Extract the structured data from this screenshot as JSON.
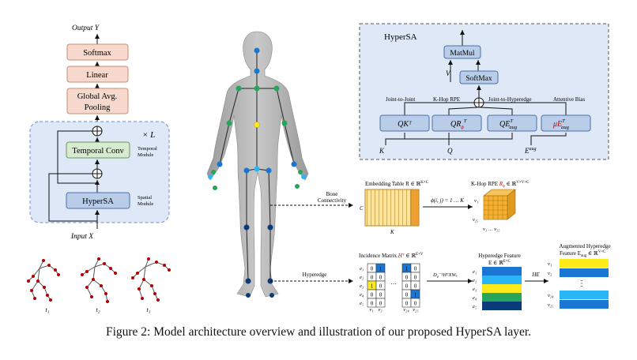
{
  "caption": "Figure 2: Model architecture overview and illustration of our proposed HyperSA layer.",
  "stack": {
    "output": "Output Y",
    "softmax": "Softmax",
    "linear": "Linear",
    "pool_line1": "Global Avg.",
    "pool_line2": "Pooling",
    "repeat": "× L",
    "temporal_conv": "Temporal Conv",
    "temporal_module_l1": "Temporal",
    "temporal_module_l2": "Module",
    "hypersa": "HyperSA",
    "spatial_module_l1": "Spatial",
    "spatial_module_l2": "Module",
    "input": "Input X",
    "time_labels": [
      "t₁",
      "t₂",
      "t₃"
    ]
  },
  "hypersa_panel": {
    "title": "HyperSA",
    "matmul": "MatMul",
    "softmax": "SoftMax",
    "v_label": "V",
    "joint_to_joint": "Joint-to-Joint",
    "khop_rpe": "K-Hop RPE",
    "joint_to_hyperedge": "Joint-to-Hyperedge",
    "attentive_bias": "Attentive Bias",
    "qk": "QKᵀ",
    "qr": "QR",
    "qr_sub": "ϕ",
    "qr_sup": "T",
    "qe": "QE",
    "qe_sup": "T",
    "qe_sub": "aug",
    "ue": "μE",
    "ue_sup": "T",
    "ue_sub": "aug",
    "k_label": "K",
    "q_label": "Q",
    "e_label": "E",
    "e_sup": "aug"
  },
  "bone": {
    "label_l1": "Bone",
    "label_l2": "Connectivity",
    "embedding_title": "Embedding Table R ∈ ℝ",
    "embedding_sup": "K×C",
    "c_label": "C",
    "k_label": "K",
    "phi_label": "ϕ(i, j) = 1 … K",
    "khop_title": "K-Hop RPE ",
    "khop_r": "R",
    "khop_r_sub": "ϕ",
    "khop_rest": " ∈ ℝ",
    "khop_sup": "V×V×C",
    "v1": "v₁",
    "v25": "v₂₅",
    "axis": "v₁ … v₂₅"
  },
  "hyperedge": {
    "label": "Hyperedge",
    "incidence_title": "Incidence Matrix ",
    "incidence_h": "Hᵀ",
    "incidence_rest": " ∈ ℝ",
    "incidence_sup": "E×V",
    "rows": [
      "e₁",
      "e₂",
      "e₃",
      "e₄",
      "e₅"
    ],
    "cols_left": [
      "v₁",
      "v₂"
    ],
    "cols_right": [
      "v₂₄",
      "v₂₅"
    ],
    "ellipsis": "…",
    "matrix_left": [
      [
        "0",
        "1"
      ],
      [
        "0",
        "0"
      ],
      [
        "1",
        "0"
      ],
      [
        "0",
        "0"
      ],
      [
        "0",
        "0"
      ]
    ],
    "matrix_right": [
      [
        "1",
        "0"
      ],
      [
        "0",
        "0"
      ],
      [
        "0",
        "0"
      ],
      [
        "0",
        "1"
      ],
      [
        "0",
        "0"
      ]
    ],
    "formula": "D",
    "formula_rest": "⁻¹HᵀXWₑ",
    "formula_sub": "e",
    "feature_title_l1": "Hyperedge Feature",
    "feature_title_l2": "E ∈ ℝ",
    "feature_sup": "E×C",
    "feature_rows": [
      "e₁",
      "e₂",
      "e₃",
      "e₄",
      "e₅"
    ],
    "he_label": "HE",
    "aug_title_l1": "Augmented Hyperedge",
    "aug_title_l2": "Feature E",
    "aug_sub": "aug",
    "aug_rest": " ∈ ℝ",
    "aug_sup": "V×C",
    "aug_rows": [
      "v₁",
      "v₂",
      "v₂₄",
      "v₂₅"
    ],
    "dots": "⋮"
  },
  "colors": {
    "stack_box": "#f6d9cc",
    "stack_border": "#c98b72",
    "module_bg": "#dfe8f6",
    "module_border": "#6a8fc9",
    "temporal_box": "#d9ead3",
    "hypersa_box": "#b9cde9",
    "panel_bg": "#dfe8f6",
    "yellow": "#ffeb1a",
    "blue_dark": "#0b3a7a",
    "blue_mid": "#1976d2",
    "blue_light": "#29b6f6",
    "green": "#26a65b",
    "orange": "#f0a030",
    "red": "#c00000"
  }
}
